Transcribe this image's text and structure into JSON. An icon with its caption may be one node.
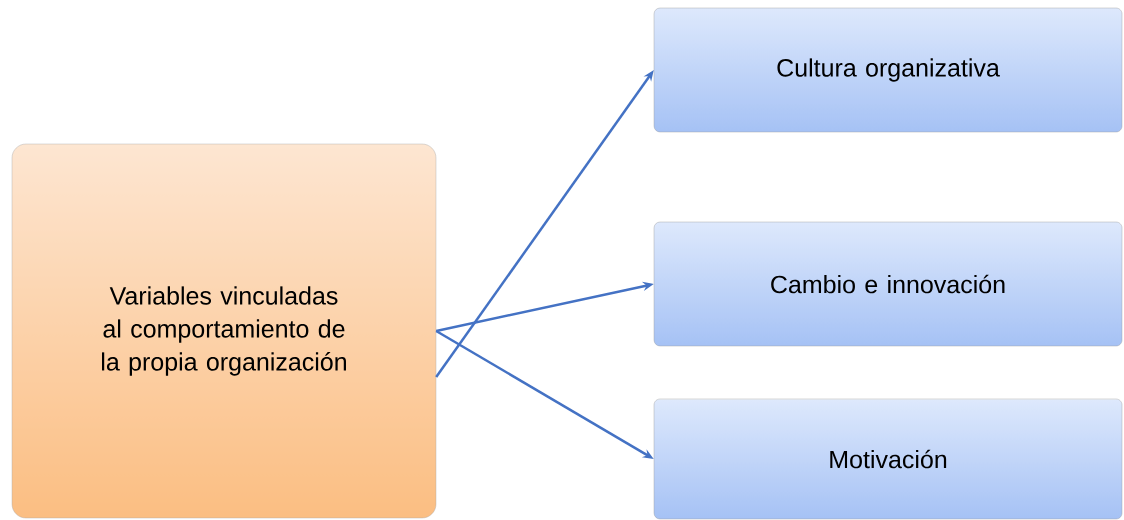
{
  "diagram": {
    "nodes": [
      {
        "text": [
          "Variables vinculadas al comportamiento de la propia organización"
        ]
      },
      {
        "text": [
          "Cultura organizativa"
        ]
      },
      {
        "text": [
          "Cambio e innovación"
        ]
      },
      {
        "text": [
          "Motivación"
        ]
      }
    ],
    "edges": [
      {
        "from": 0,
        "to": 1,
        "arrow": "to"
      },
      {
        "from": 0,
        "to": 2,
        "arrow": "to"
      },
      {
        "from": 0,
        "to": 3,
        "arrow": "to"
      }
    ]
  }
}
